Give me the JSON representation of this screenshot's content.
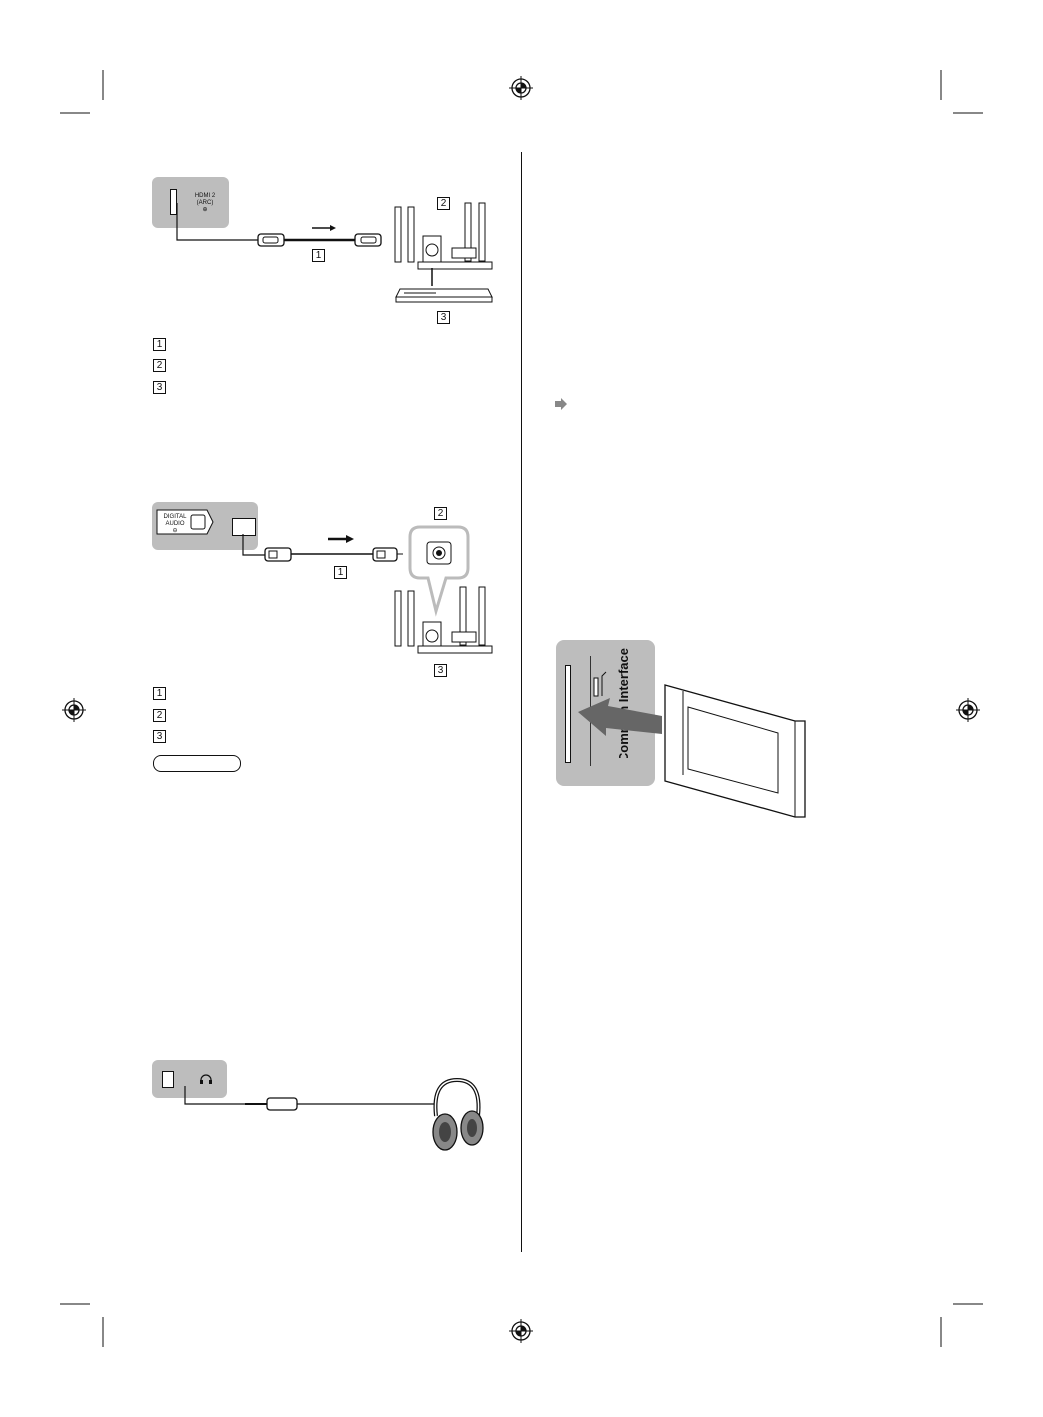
{
  "hdmi_diagram": {
    "port_label_line1": "HDMI 2",
    "port_label_line2": "(ARC)",
    "callouts": [
      "1",
      "2",
      "3"
    ],
    "legend_numbers": [
      "1",
      "2",
      "3"
    ]
  },
  "optical_diagram": {
    "port_label_line1": "DIGITAL",
    "port_label_line2": "AUDIO",
    "callouts": [
      "2",
      "1",
      "3"
    ],
    "legend_numbers": [
      "1",
      "2",
      "3"
    ]
  },
  "headphone_diagram": {},
  "ci_diagram": {
    "slot_label": "Common Interface"
  },
  "colors": {
    "panel_gray": "#bdbdbd",
    "line": "#111111"
  }
}
